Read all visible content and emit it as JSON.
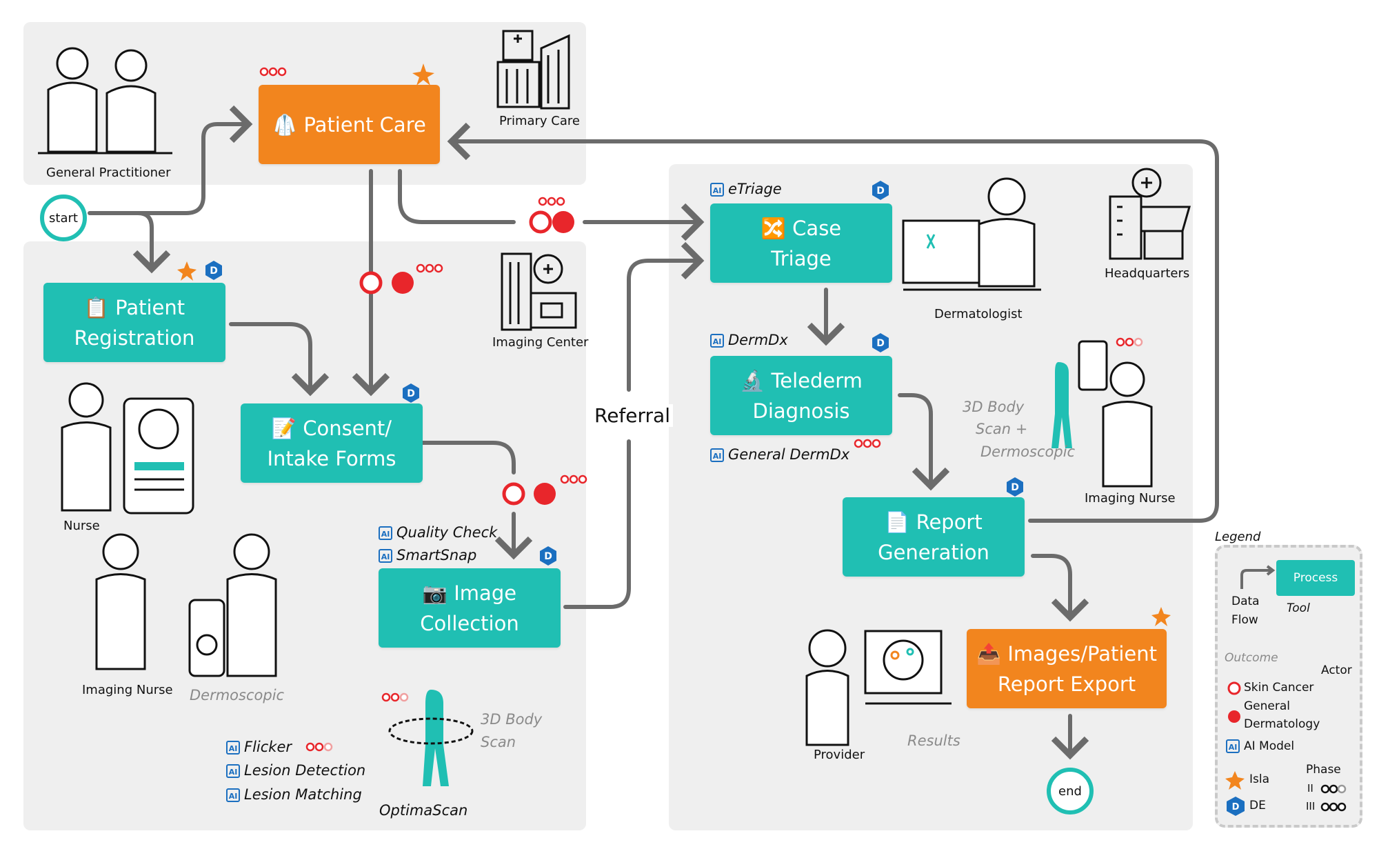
{
  "regions": {
    "primary_care": "Primary Care",
    "imaging_center": "Imaging Center",
    "headquarters": "Headquarters"
  },
  "actors": {
    "general_practitioner": "General Practitioner",
    "nurse": "Nurse",
    "imaging_nurse_left": "Imaging Nurse",
    "imaging_nurse_right": "Imaging Nurse",
    "dermatologist": "Dermatologist",
    "provider": "Provider"
  },
  "processes": {
    "patient_care": "Patient Care",
    "patient_registration_1": "Patient",
    "patient_registration_2": "Registration",
    "consent_1": "Consent/",
    "consent_2": "Intake Forms",
    "image_collection_1": "Image",
    "image_collection_2": "Collection",
    "case_triage_1": "Case",
    "case_triage_2": "Triage",
    "telederm_1": "Telederm",
    "telederm_2": "Diagnosis",
    "report_gen_1": "Report",
    "report_gen_2": "Generation",
    "export_1": "Images/Patient",
    "export_2": "Report Export"
  },
  "terminals": {
    "start": "start",
    "end": "end"
  },
  "flow_labels": {
    "referral": "Referral"
  },
  "tools": {
    "etriage": "eTriage",
    "dermdx": "DermDx",
    "general_dermdx": "General DermDx",
    "quality_check": "Quality Check",
    "smartsnap": "SmartSnap",
    "flicker": "Flicker",
    "lesion_detection": "Lesion Detection",
    "lesion_matching": "Lesion Matching",
    "optimascan": "OptimaScan"
  },
  "outcomes": {
    "dermoscopic": "Dermoscopic",
    "body_scan_1": "3D Body",
    "body_scan_2": "Scan",
    "body_derm_1": "3D Body",
    "body_derm_2": "Scan +",
    "body_derm_3": "Dermoscopic",
    "results": "Results"
  },
  "badges": {
    "d": "D",
    "ai": "AI"
  },
  "legend": {
    "title": "Legend",
    "process": "Process",
    "data": "Data",
    "flow": "Flow",
    "tool": "Tool",
    "outcome": "Outcome",
    "actor": "Actor",
    "skin_cancer": "Skin Cancer",
    "general_1": "General",
    "general_2": "Dermatology",
    "ai_model": "AI Model",
    "isla": "Isla",
    "de": "DE",
    "phase": "Phase",
    "phase_ii": "II",
    "phase_iii": "III"
  },
  "colors": {
    "teal": "#20bfb3",
    "orange": "#f2851e",
    "red": "#e8262b",
    "blue": "#1b6fc0",
    "arrow": "#6b6b6b",
    "region": "#efefef"
  }
}
